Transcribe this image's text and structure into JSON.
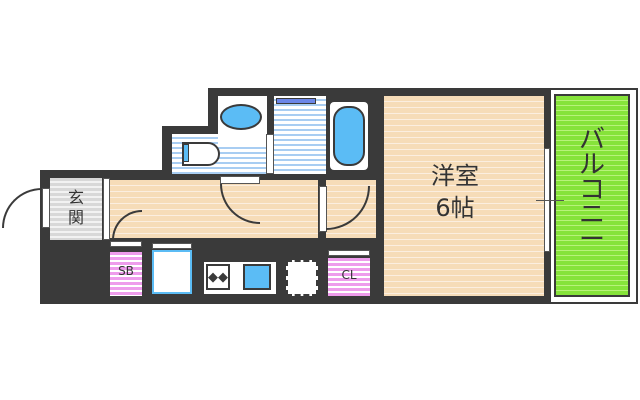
{
  "floorplan": {
    "rooms": {
      "entrance": {
        "label": "玄関",
        "line1": "玄",
        "line2": "関"
      },
      "western_room": {
        "label": "洋室 6帖",
        "name": "洋室",
        "size": "6帖"
      },
      "balcony": {
        "label": "バルコニー",
        "chars": [
          "バ",
          "ル",
          "コ",
          "ニ",
          "ー"
        ]
      },
      "shoe_box": {
        "label": "SB"
      },
      "closet": {
        "label": "CL"
      }
    },
    "fixtures": [
      "toilet",
      "washbasin",
      "washing-machine-pan",
      "bathtub",
      "refrigerator-space",
      "stove",
      "kitchen-sink",
      "washer-space"
    ],
    "colors": {
      "wall": "#3a3a3a",
      "floor_wood": "#f6dcb8",
      "wet_area": "#a8cdf2",
      "storage": "#ee9cec",
      "balcony": "#86e33a",
      "entrance": "#d8d8d8",
      "fixture_blue": "#5bbcf5"
    }
  }
}
